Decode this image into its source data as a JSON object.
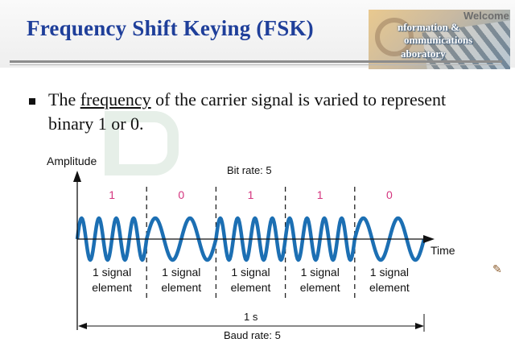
{
  "slide": {
    "title": "Frequency Shift Keying (FSK)",
    "bullet": {
      "before": "The ",
      "emph": "frequency",
      "after": " of the carrier signal is varied to represent binary 1 or 0."
    }
  },
  "logo": {
    "welcome": "Welcome",
    "lines": [
      "nformation &",
      "ommunications",
      "aboratory"
    ]
  },
  "diagram": {
    "y_axis_label": "Amplitude",
    "x_axis_label": "Time",
    "bit_rate_label": "Bit rate: 5",
    "baud_rate_label": "Baud rate: 5",
    "duration_label": "1 s",
    "bits": [
      "1",
      "0",
      "1",
      "1",
      "0"
    ],
    "cycles_per_element": [
      4,
      2,
      4,
      4,
      2
    ],
    "element_label_line1": "1 signal",
    "element_label_line2": "element",
    "colors": {
      "wave": "#1c6fb3",
      "bit_label": "#d4347e",
      "axis": "#111111"
    }
  }
}
